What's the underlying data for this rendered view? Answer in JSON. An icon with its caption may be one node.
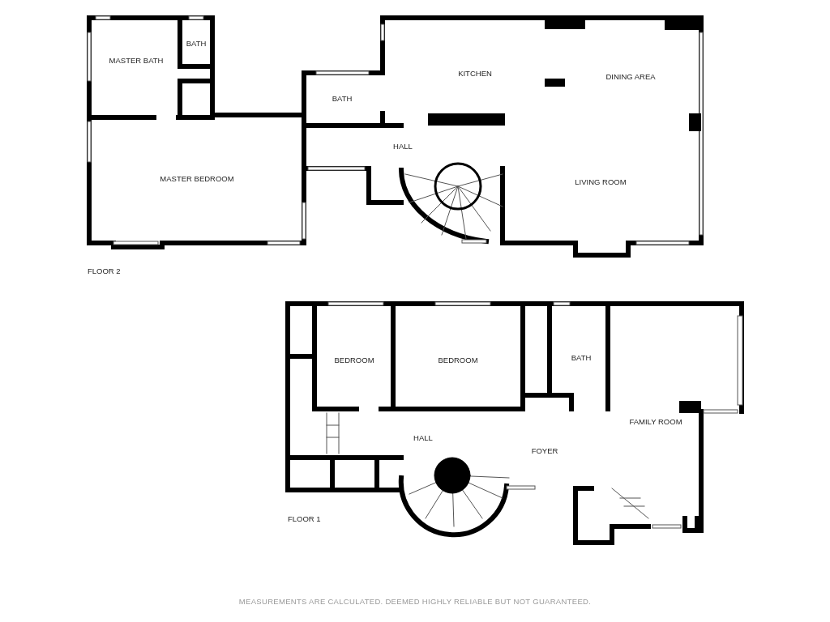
{
  "diagram": {
    "caption": "MEASUREMENTS ARE CALCULATED. DEEMED HIGHLY RELIABLE BUT NOT GUARANTEED.",
    "nodes": [
      {
        "text": [
          "MASTER BATH"
        ]
      },
      {
        "text": [
          "BATH"
        ]
      },
      {
        "text": [
          "KITCHEN"
        ]
      },
      {
        "text": [
          "DINING AREA"
        ]
      },
      {
        "text": [
          "BATH"
        ]
      },
      {
        "text": [
          "HALL"
        ]
      },
      {
        "text": [
          "MASTER BEDROOM"
        ]
      },
      {
        "text": [
          "LIVING ROOM"
        ]
      },
      {
        "text": [
          "BEDROOM"
        ]
      },
      {
        "text": [
          "BEDROOM"
        ]
      },
      {
        "text": [
          "BATH"
        ]
      },
      {
        "text": [
          "FAMILY ROOM"
        ]
      },
      {
        "text": [
          "HALL"
        ]
      },
      {
        "text": [
          "FOYER"
        ]
      }
    ],
    "labels": [
      "FLOOR 2",
      "FLOOR 1"
    ]
  }
}
